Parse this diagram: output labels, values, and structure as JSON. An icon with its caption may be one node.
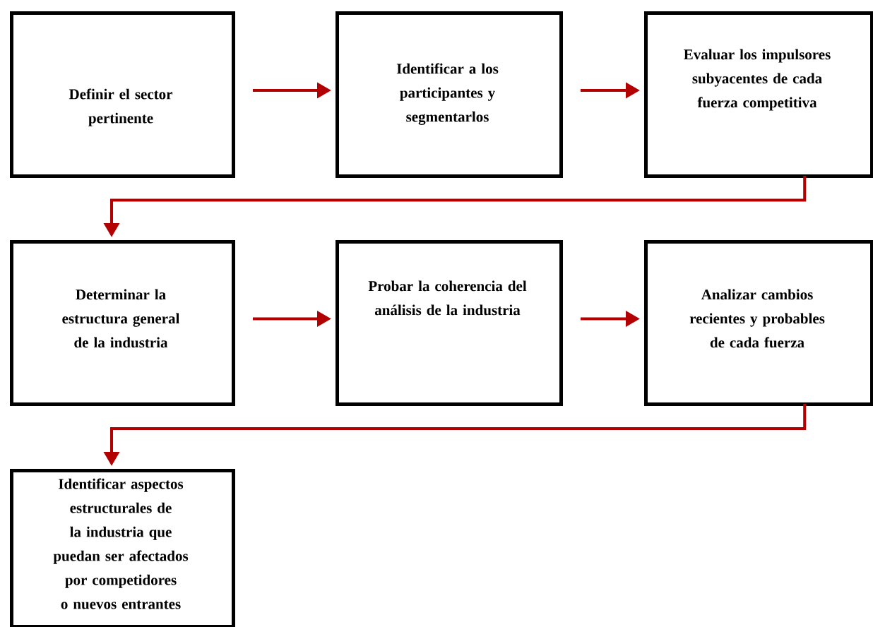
{
  "diagram": {
    "nodes": [
      {
        "text": [
          "Definir el sector pertinente"
        ]
      },
      {
        "text": [
          "Identificar a los participantes y segmentarlos"
        ]
      },
      {
        "text": [
          "Evaluar los impulsores subyacentes de cada fuerza competitiva"
        ]
      },
      {
        "text": [
          "Determinar la estructura general de la industria"
        ]
      },
      {
        "text": [
          "Probar la coherencia del análisis de la industria"
        ]
      },
      {
        "text": [
          "Analizar cambios recientes y probables de cada fuerza"
        ]
      },
      {
        "text": [
          "Identificar aspectos estructurales de la industria que puedan ser afectados por competidores o nuevos entrantes"
        ]
      }
    ],
    "edges": [
      {
        "from": 0,
        "to": 1,
        "arrow": "to"
      },
      {
        "from": 1,
        "to": 2,
        "arrow": "to"
      },
      {
        "from": 2,
        "to": 3,
        "arrow": "to"
      },
      {
        "from": 3,
        "to": 4,
        "arrow": "to"
      },
      {
        "from": 4,
        "to": 5,
        "arrow": "to"
      },
      {
        "from": 5,
        "to": 6,
        "arrow": "to"
      }
    ]
  }
}
